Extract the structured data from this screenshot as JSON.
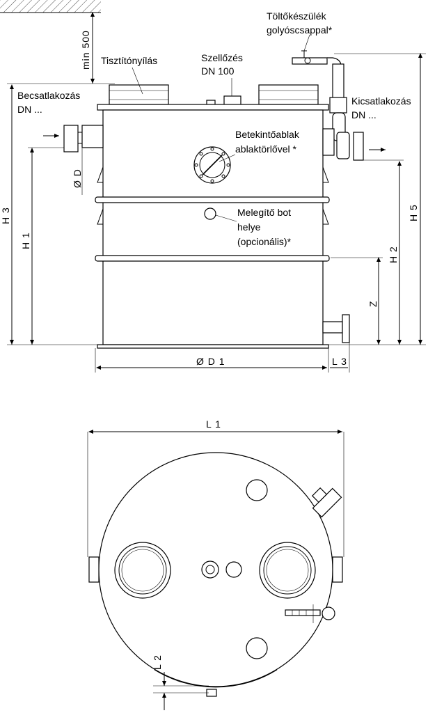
{
  "side_view": {
    "labels": {
      "min500": "min 500",
      "tisztito": "Tisztítónyílás",
      "szellozes": "Szellőzés",
      "szellozes_dn": "DN 100",
      "toltokeszulek": "Töltőkészülék",
      "golyoscsappal": "golyóscsappal*",
      "becsatlakozas": "Becsatlakozás",
      "becs_dn": "DN ...",
      "kicsatlakozas": "Kicsatlakozás",
      "kics_dn": "DN ...",
      "betekinto": "Betekintőablak",
      "ablaktorlovel": "ablaktörlővel *",
      "melegito": "Melegítő bot",
      "helye": "helye",
      "opcionalis": "(opcionális)*"
    },
    "dimensions": {
      "od": "Ø D",
      "h1": "H 1",
      "h2": "H 2",
      "h3": "H 3",
      "h5": "H 5",
      "z": "Z",
      "od1": "Ø D 1",
      "l3": "L 3"
    }
  },
  "top_view": {
    "dimensions": {
      "l1": "L 1",
      "l2": "L 2"
    }
  }
}
